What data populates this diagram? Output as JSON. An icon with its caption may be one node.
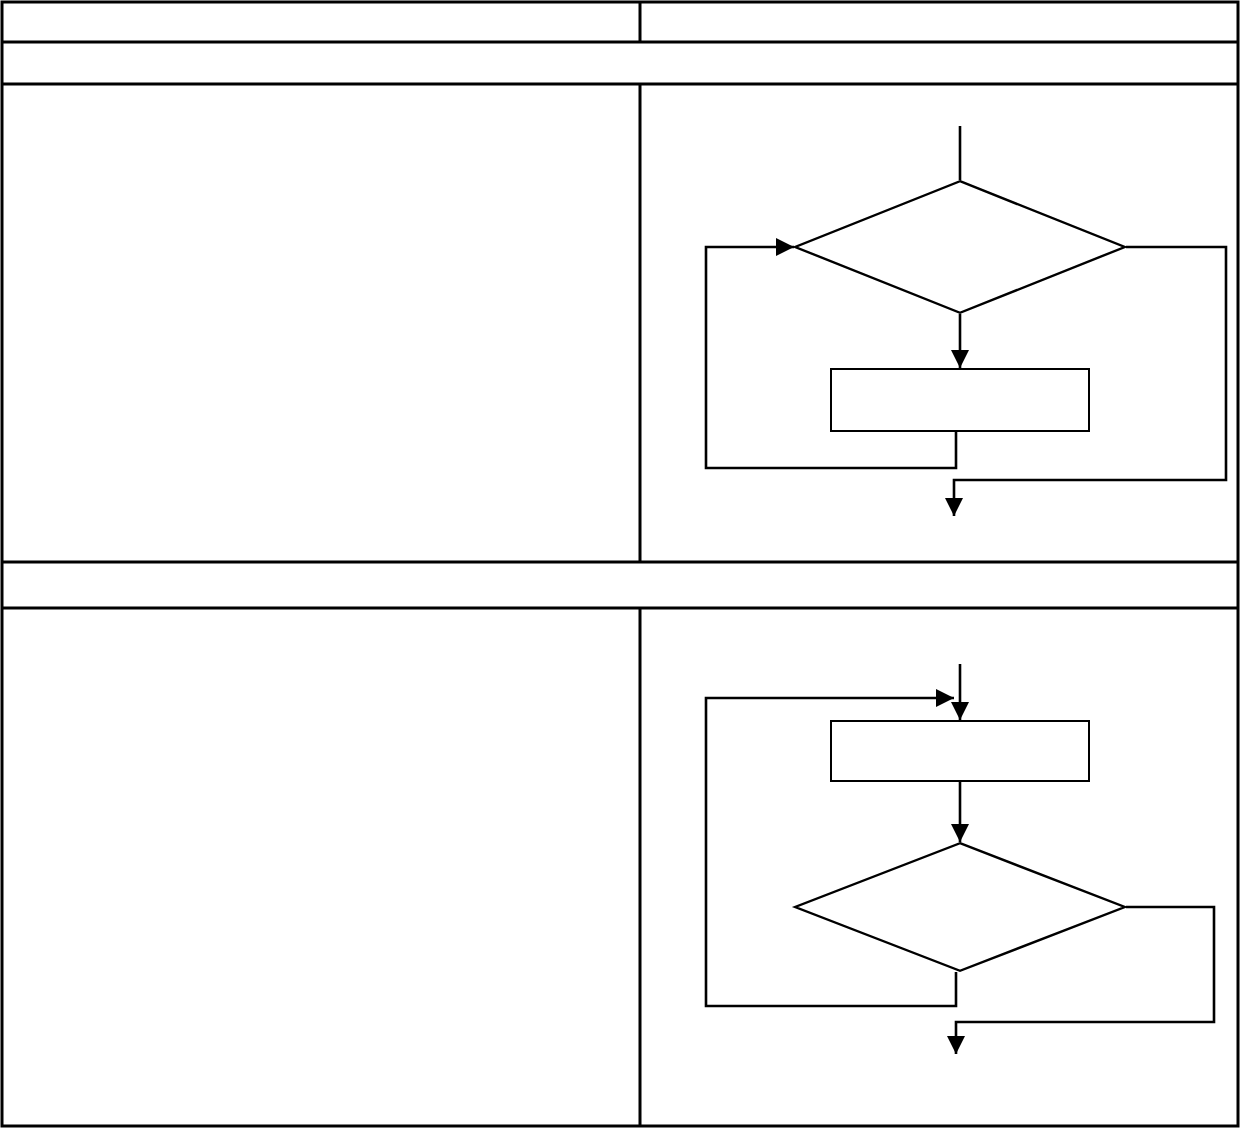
{
  "diagram": {
    "nodes": [
      {
        "text": [],
        "shape": "diamond"
      },
      {
        "text": [],
        "shape": "box"
      },
      {
        "text": [],
        "shape": "box"
      },
      {
        "text": [],
        "shape": "diamond"
      }
    ],
    "edges": [
      {
        "from": null,
        "to": 0,
        "arrow": "none"
      },
      {
        "from": 0,
        "to": 1,
        "arrow": "to"
      },
      {
        "from": 1,
        "to": 0,
        "arrow": "to"
      },
      {
        "from": 0,
        "to": null,
        "arrow": "to"
      },
      {
        "from": null,
        "to": 2,
        "arrow": "to"
      },
      {
        "from": 2,
        "to": 3,
        "arrow": "to"
      },
      {
        "from": 3,
        "to": 2,
        "arrow": "to"
      },
      {
        "from": 3,
        "to": null,
        "arrow": "to"
      }
    ]
  }
}
